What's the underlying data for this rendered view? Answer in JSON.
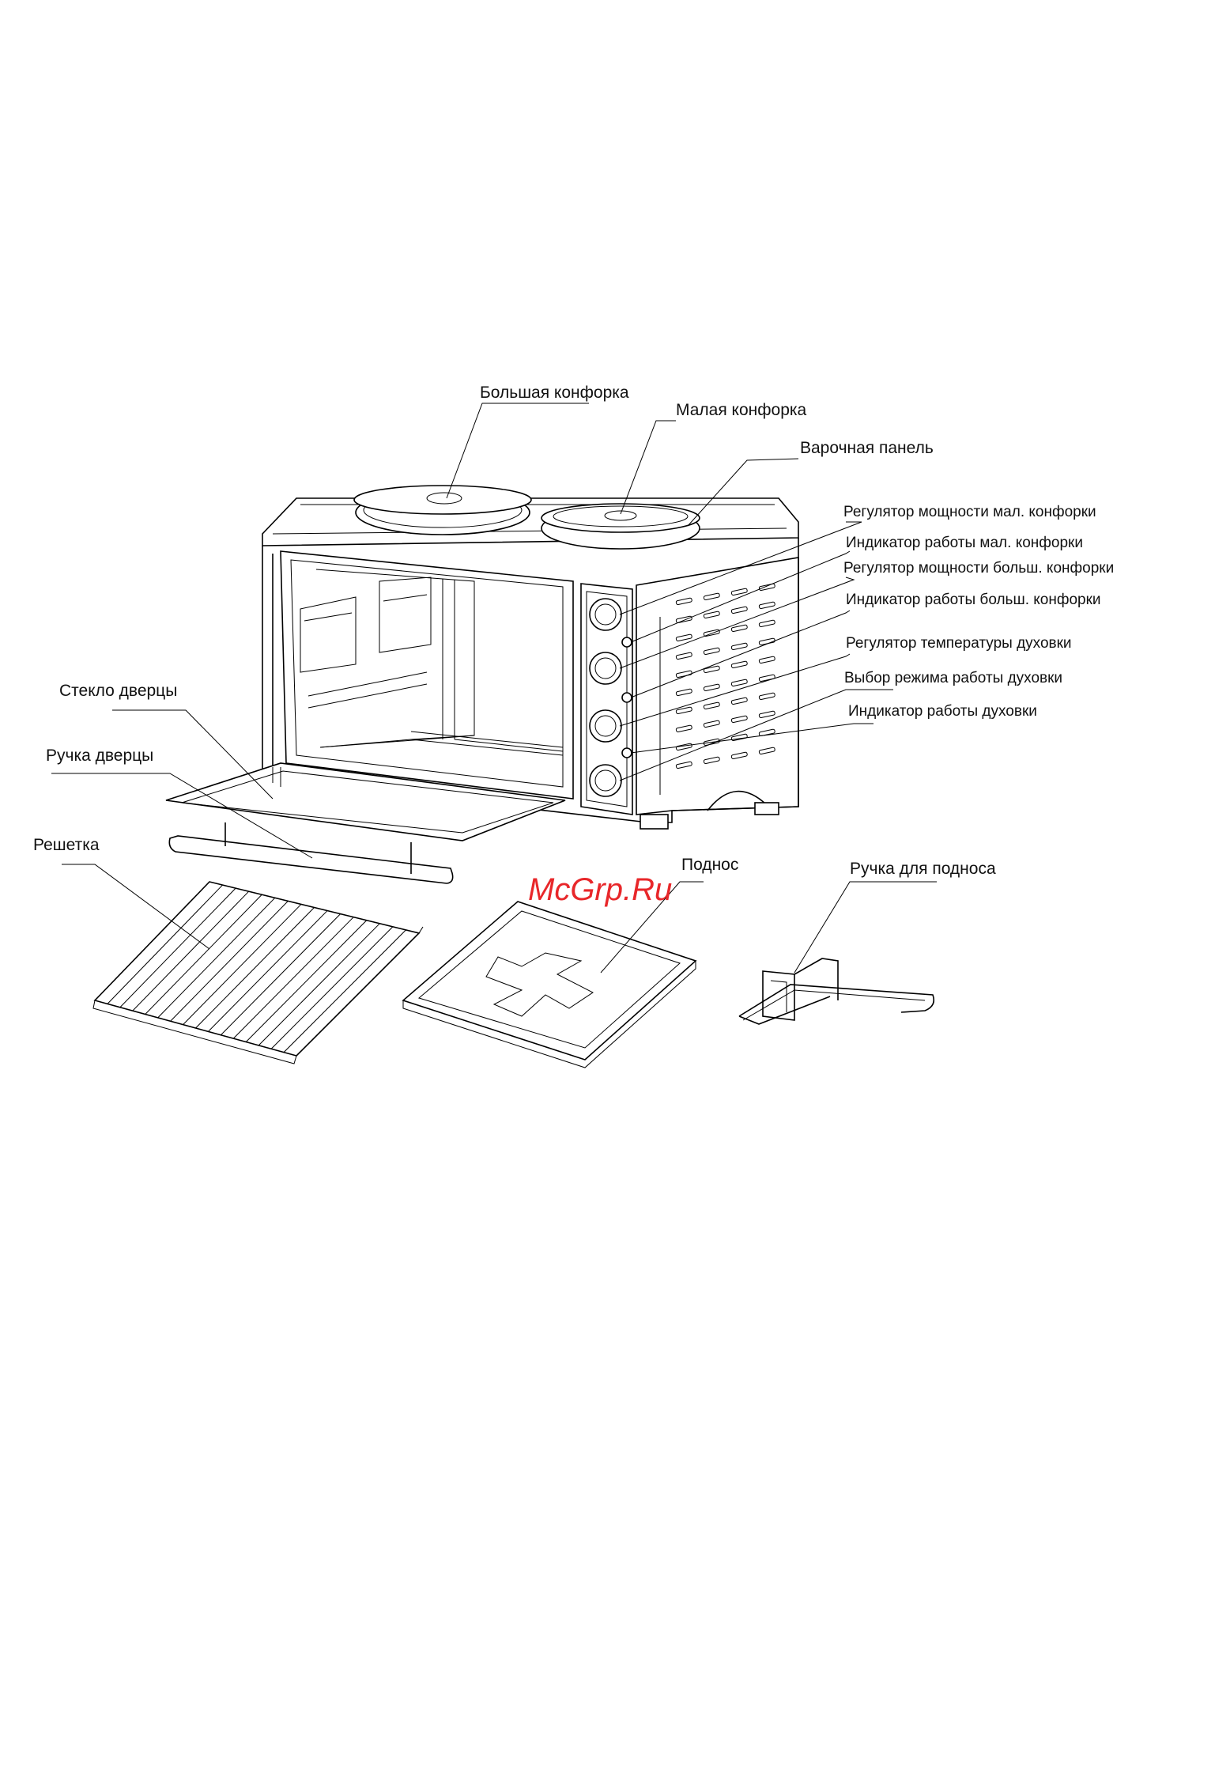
{
  "labels": {
    "large_burner": "Большая конфорка",
    "small_burner": "Малая конфорка",
    "hob_panel": "Варочная панель",
    "small_burner_power_knob": "Регулятор мощности мал. конфорки",
    "small_burner_indicator": "Индикатор работы  мал. конфорки",
    "large_burner_power_knob": "Регулятор мощности больш. конфорки",
    "large_burner_indicator": "Индикатор работы  больш. конфорки",
    "oven_temperature_knob": "Регулятор температуры духовки",
    "oven_mode_selector": "Выбор режима работы духовки",
    "oven_indicator": "Индикатор работы духовки",
    "door_glass": "Стекло дверцы",
    "door_handle": "Ручка дверцы",
    "wire_rack": "Решетка",
    "baking_tray": "Поднос",
    "tray_handle": "Ручка для подноса"
  },
  "watermark": "McGrp.Ru",
  "colors": {
    "watermark": "#e8272a",
    "line": "#000000",
    "background": "#ffffff"
  }
}
